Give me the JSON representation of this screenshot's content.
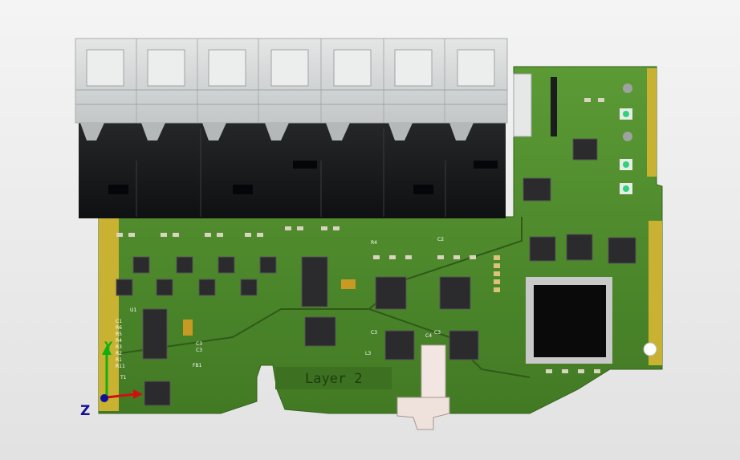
{
  "viewport": {
    "background": "#ececec",
    "board_color": "#4f8a2d",
    "edge_plating_color": "#c9b231",
    "connector_housing_color": "#d6d8d8",
    "connector_base_color": "#17181a",
    "ic_color": "#2b2b2e"
  },
  "silkscreen": {
    "layer_label": "Layer 2",
    "designators": [
      "U1",
      "C1",
      "R6",
      "R5",
      "R4",
      "R3",
      "R2",
      "R1",
      "R11",
      "C3",
      "C3",
      "FB1",
      "T1",
      "R4",
      "C2",
      "C3",
      "C3",
      "L3",
      "C4"
    ]
  },
  "axis_triad": {
    "x_color": "#d01010",
    "y_color": "#10b010",
    "z_color": "#10109a",
    "y_label": "Y",
    "z_label": "Z"
  }
}
